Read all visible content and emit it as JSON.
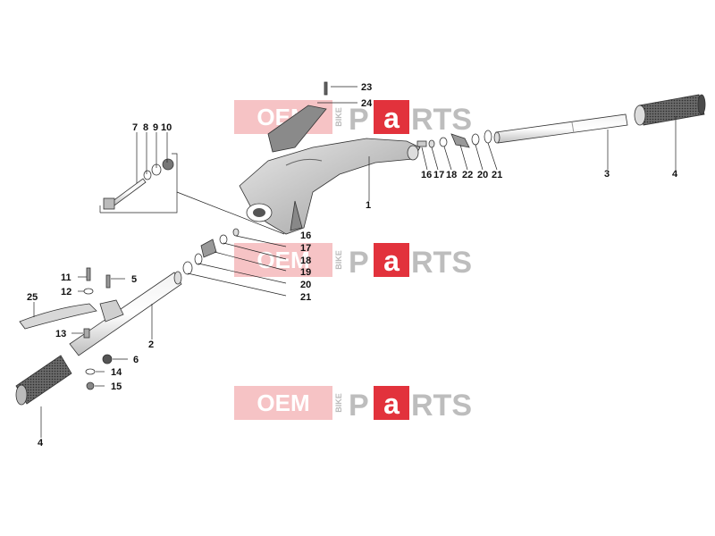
{
  "watermark": {
    "brand_left": "OEM",
    "brand_side": "BIKE",
    "brand_p": "P",
    "brand_a": "a",
    "brand_rest": "RTS",
    "box_color": "#f4b9bb",
    "a_color": "#e2323c"
  },
  "labels": {
    "l1": "1",
    "l2": "2",
    "l3": "3",
    "l4a": "4",
    "l4b": "4",
    "l5": "5",
    "l6": "6",
    "l7": "7",
    "l8": "8",
    "l9": "9",
    "l10": "10",
    "l11": "11",
    "l12": "12",
    "l13": "13",
    "l14": "14",
    "l15": "15",
    "l16a": "16",
    "l17a": "17",
    "l18a": "18",
    "l22": "22",
    "l20a": "20",
    "l21a": "21",
    "l16b": "16",
    "l17b": "17",
    "l18b": "18",
    "l19": "19",
    "l20b": "20",
    "l21b": "21",
    "l23": "23",
    "l24": "24",
    "l25": "25"
  }
}
